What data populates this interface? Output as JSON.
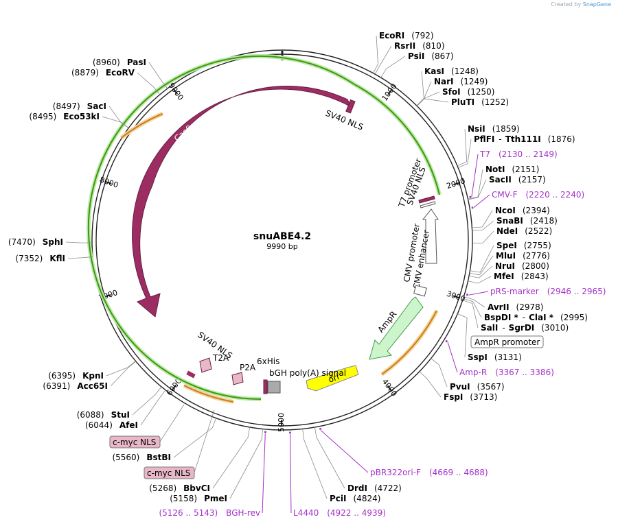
{
  "created_by": "Created by",
  "brand": "SnapGene",
  "plasmid": {
    "name": "snuABE4.2",
    "size": "9990 bp",
    "length": 9990
  },
  "ticks": [
    "1000",
    "2000",
    "3000",
    "4000",
    "5000",
    "6000",
    "7000",
    "8000",
    "9000"
  ],
  "sites": [
    {
      "name": "EcoRI",
      "pos": "(792)"
    },
    {
      "name": "RsrII",
      "pos": "(810)"
    },
    {
      "name": "PsiI",
      "pos": "(867)"
    },
    {
      "name": "KasI",
      "pos": "(1248)"
    },
    {
      "name": "NarI",
      "pos": "(1249)"
    },
    {
      "name": "SfoI",
      "pos": "(1250)"
    },
    {
      "name": "PluTI",
      "pos": "(1252)"
    },
    {
      "name": "NsiI",
      "pos": "(1859)"
    },
    {
      "name": "PflFI",
      "name2": "Tth111I",
      "pos": "(1876)"
    },
    {
      "name": "NotI",
      "pos": "(2151)"
    },
    {
      "name": "SacII",
      "pos": "(2157)"
    },
    {
      "name": "NcoI",
      "pos": "(2394)"
    },
    {
      "name": "SnaBI",
      "pos": "(2418)"
    },
    {
      "name": "NdeI",
      "pos": "(2522)"
    },
    {
      "name": "SpeI",
      "pos": "(2755)"
    },
    {
      "name": "MluI",
      "pos": "(2776)"
    },
    {
      "name": "NruI",
      "pos": "(2800)"
    },
    {
      "name": "MfeI",
      "pos": "(2843)"
    },
    {
      "name": "AvrII",
      "pos": "(2978)"
    },
    {
      "name": "BspDI *",
      "name2": "ClaI *",
      "pos": "(2995)"
    },
    {
      "name": "SalI",
      "name2": "SgrDI",
      "pos": "(3010)"
    },
    {
      "name": "SspI",
      "pos": "(3131)"
    },
    {
      "name": "PvuI",
      "pos": "(3567)"
    },
    {
      "name": "FspI",
      "pos": "(3713)"
    },
    {
      "name": "DrdI",
      "pos": "(4722)"
    },
    {
      "name": "PciI",
      "pos": "(4824)"
    },
    {
      "name": "PmeI",
      "pos": "(5158)"
    },
    {
      "name": "BbvCI",
      "pos": "(5268)"
    },
    {
      "name": "BstBI",
      "pos": "(5560)"
    },
    {
      "name": "AfeI",
      "pos": "(6044)"
    },
    {
      "name": "StuI",
      "pos": "(6088)"
    },
    {
      "name": "Acc65I",
      "pos": "(6391)"
    },
    {
      "name": "KpnI",
      "pos": "(6395)"
    },
    {
      "name": "KflI",
      "pos": "(7352)"
    },
    {
      "name": "SphI",
      "pos": "(7470)"
    },
    {
      "name": "Eco53kI",
      "pos": "(8495)"
    },
    {
      "name": "SacI",
      "pos": "(8497)"
    },
    {
      "name": "EcoRV",
      "pos": "(8879)"
    },
    {
      "name": "PasI",
      "pos": "(8960)"
    }
  ],
  "primers": [
    {
      "name": "T7",
      "range": "(2130 .. 2149)"
    },
    {
      "name": "CMV-F",
      "range": "(2220 .. 2240)"
    },
    {
      "name": "pRS-marker",
      "range": "(2946 .. 2965)"
    },
    {
      "name": "Amp-R",
      "range": "(3367 .. 3386)"
    },
    {
      "name": "pBR322ori-F",
      "range": "(4669 .. 4688)"
    },
    {
      "name": "L4440",
      "range": "(4922 .. 4939)"
    },
    {
      "name": "BGH-rev",
      "range": "(5126 .. 5143)"
    }
  ],
  "features": {
    "cas9": "Cas9",
    "sv40_nls_top": "SV40 NLS",
    "sv40_nls_right": "SV40 NLS",
    "t7_promoter": "T7 promoter",
    "cmv_promoter": "CMV promoter",
    "cmv_enhancer": "CMV enhancer",
    "ampr": "AmpR",
    "ampr_promoter": "AmpR promoter",
    "ori": "ori",
    "bgh": "bGH poly(A) signal",
    "his": "6xHis",
    "p2a": "P2A",
    "t2a": "T2A",
    "sv40_nls_bottom": "SV40 NLS",
    "cmyc1": "c-myc NLS",
    "cmyc2": "c-myc NLS"
  },
  "colors": {
    "cas9": "#9b2d62",
    "promoter": "#ffffff",
    "ampr": "#ccf5cc",
    "ori": "#ffff00",
    "orange_arc": "#c87d1a",
    "green_arc": "#3a9a10",
    "primer": "#a42fc8",
    "nls_box": "#e8b8c8"
  }
}
